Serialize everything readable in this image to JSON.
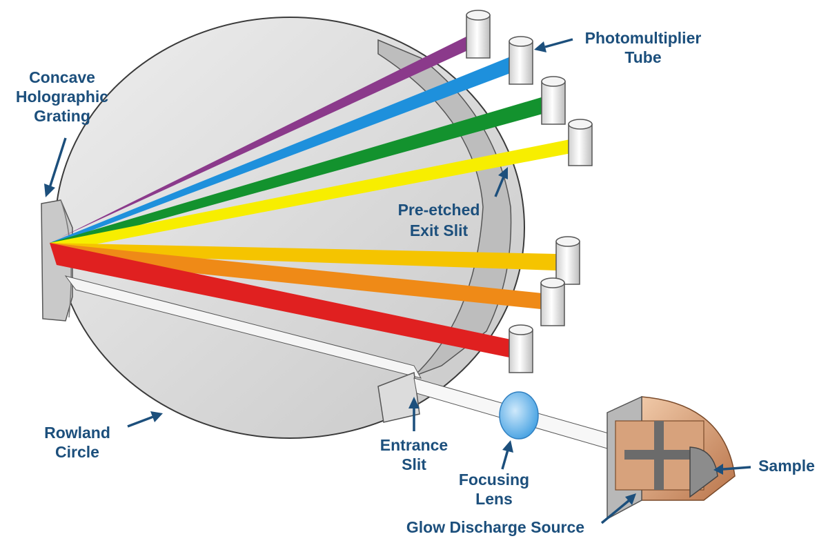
{
  "labels": {
    "grating": [
      "Concave",
      "Holographic",
      "Grating"
    ],
    "pmt": [
      "Photomultiplier",
      "Tube"
    ],
    "exit_slit": [
      "Pre-etched",
      "Exit Slit"
    ],
    "rowland": [
      "Rowland",
      "Circle"
    ],
    "entrance_slit": [
      "Entrance",
      "Slit"
    ],
    "lens": [
      "Focusing",
      "Lens"
    ],
    "sample": "Sample",
    "source": "Glow Discharge Source"
  },
  "colors": {
    "label": "#1c4f7c",
    "circle": "#d9d9d9",
    "purple": "#8b3a8b",
    "blue": "#1e90dc",
    "green": "#13922e",
    "yellow": "#f7ee00",
    "gold": "#f5c400",
    "orange": "#ef8a17",
    "red": "#e02020",
    "lens": "#59b1ea",
    "source": "#d9a07a"
  }
}
